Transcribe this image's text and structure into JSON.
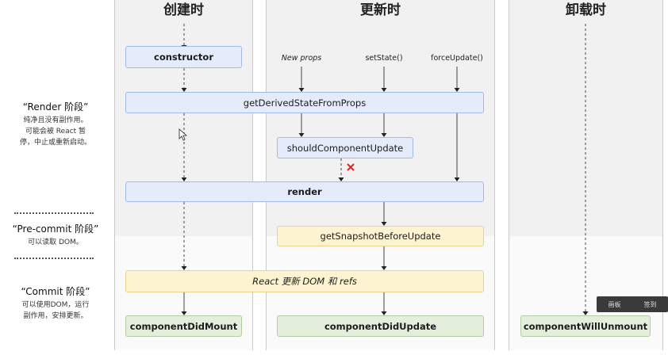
{
  "columns": {
    "mount": "创建时",
    "update": "更新时",
    "unmount": "卸载时"
  },
  "sources": {
    "new_props": "New props",
    "set_state": "setState()",
    "force_update": "forceUpdate()"
  },
  "methods": {
    "constructor": "constructor",
    "get_derived_state": "getDerivedStateFromProps",
    "should_update": "shouldComponentUpdate",
    "render": "render",
    "get_snapshot": "getSnapshotBeforeUpdate",
    "react_updates": "React 更新 DOM 和 refs",
    "did_mount": "componentDidMount",
    "did_update": "componentDidUpdate",
    "will_unmount": "componentWillUnmount"
  },
  "phases": {
    "render": {
      "title": "“Render 阶段”",
      "desc_1": "纯净且没有副作用。",
      "desc_2": "可能会被 React 暂",
      "desc_3": "停，中止或重新启动。"
    },
    "precommit": {
      "title": "“Pre-commit 阶段”",
      "desc_1": "可以读取 DOM。"
    },
    "commit": {
      "title": "“Commit 阶段”",
      "desc_1": "可以使用DOM，运行",
      "desc_2": "副作用，安排更新。"
    }
  },
  "overlay": {
    "panel": "画板",
    "sign": "签到"
  },
  "colors": {
    "blue_box": "#e4ecfb",
    "yellow_box": "#fdf3d0",
    "green_box": "#e3eedd",
    "reject_mark": "#e0262b"
  }
}
